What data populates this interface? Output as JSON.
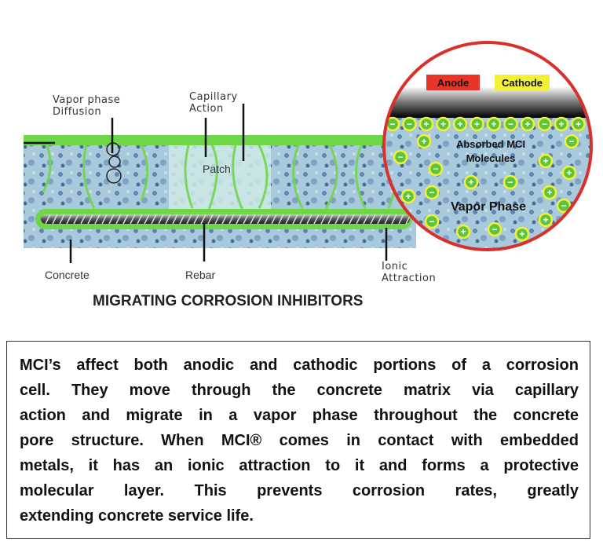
{
  "diagram": {
    "labels": {
      "vapor_phase_1": "Vapor phase",
      "vapor_phase_2": "Diffusion",
      "capillary_1": "Capillary",
      "capillary_2": "Action",
      "patch": "Patch",
      "concrete": "Concrete",
      "rebar": "Rebar",
      "ionic_1": "Ionic",
      "ionic_2": "Attraction"
    },
    "inset": {
      "anode": "Anode",
      "cathode": "Cathode",
      "absorbed_1": "Absorbed MCI",
      "absorbed_2": "Molecules",
      "vapor_phase": "Vapor Phase",
      "charge_row": [
        "-",
        "-",
        "+",
        "+",
        "+",
        "+",
        "+",
        "-",
        "+",
        "-",
        "+",
        "+"
      ]
    },
    "title": "MIGRATING CORROSION INHIBITORS",
    "colors": {
      "green": "#6fd64a",
      "concrete": "#8fb6cf",
      "anode": "#e8352a",
      "cathode": "#f3f03a",
      "ring": "#d8312b"
    }
  },
  "description": {
    "lines": [
      "MCI’s affect both anodic and cathodic portions of a corrosion",
      "cell.  They move through the concrete matrix via capillary",
      "action and migrate in a vapor phase throughout the concrete",
      "pore structure. When MCI® comes in contact with embedded",
      "metals, it has an ionic attraction to it and forms a protective",
      "molecular  layer.  This  prevents  corrosion  rates,  greatly",
      "extending concrete service life."
    ]
  }
}
